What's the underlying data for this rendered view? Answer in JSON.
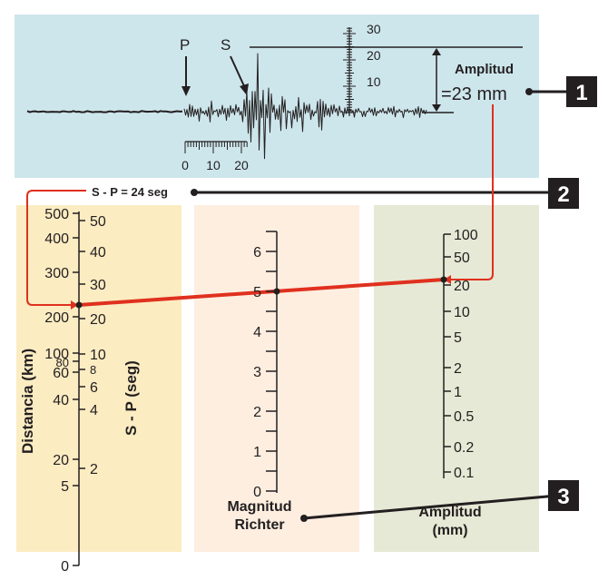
{
  "seismogram": {
    "p_label": "P",
    "s_label": "S",
    "amplitude_title": "Amplitud",
    "amplitude_value": "=23 mm",
    "bottom_scale_ticks": [
      "0",
      "10",
      "20"
    ],
    "right_scale_ticks": [
      "30",
      "20",
      "10"
    ]
  },
  "callouts": {
    "marker_1": "1",
    "marker_2": "2",
    "marker_3": "3",
    "sp_reading": "S - P = 24 seg"
  },
  "scales": {
    "distance": {
      "label": "Distancia (km)",
      "ticks": [
        "500",
        "400",
        "300",
        "200",
        "100",
        "80",
        "60",
        "40",
        "20",
        "5",
        "0"
      ]
    },
    "sp": {
      "label": "S - P (seg)",
      "ticks": [
        "50",
        "40",
        "30",
        "20",
        "10",
        "8",
        "6",
        "4",
        "2"
      ]
    },
    "magnitude": {
      "label_line1": "Magnitud",
      "label_line2": "Richter",
      "ticks": [
        "6",
        "5",
        "4",
        "3",
        "2",
        "1",
        "0"
      ]
    },
    "amplitude": {
      "label_line1": "Amplitud",
      "label_line2": "(mm)",
      "ticks": [
        "100",
        "50",
        "20",
        "10",
        "5",
        "2",
        "1",
        "0.5",
        "0.2",
        "0.1"
      ]
    }
  },
  "colors": {
    "seismogram_bg": "#cde6ec",
    "left_panel": "#fbecc2",
    "middle_panel": "#fdeee0",
    "right_panel": "#e6e9d5",
    "red_line": "#e0301e",
    "marker_bg": "#231f20"
  }
}
